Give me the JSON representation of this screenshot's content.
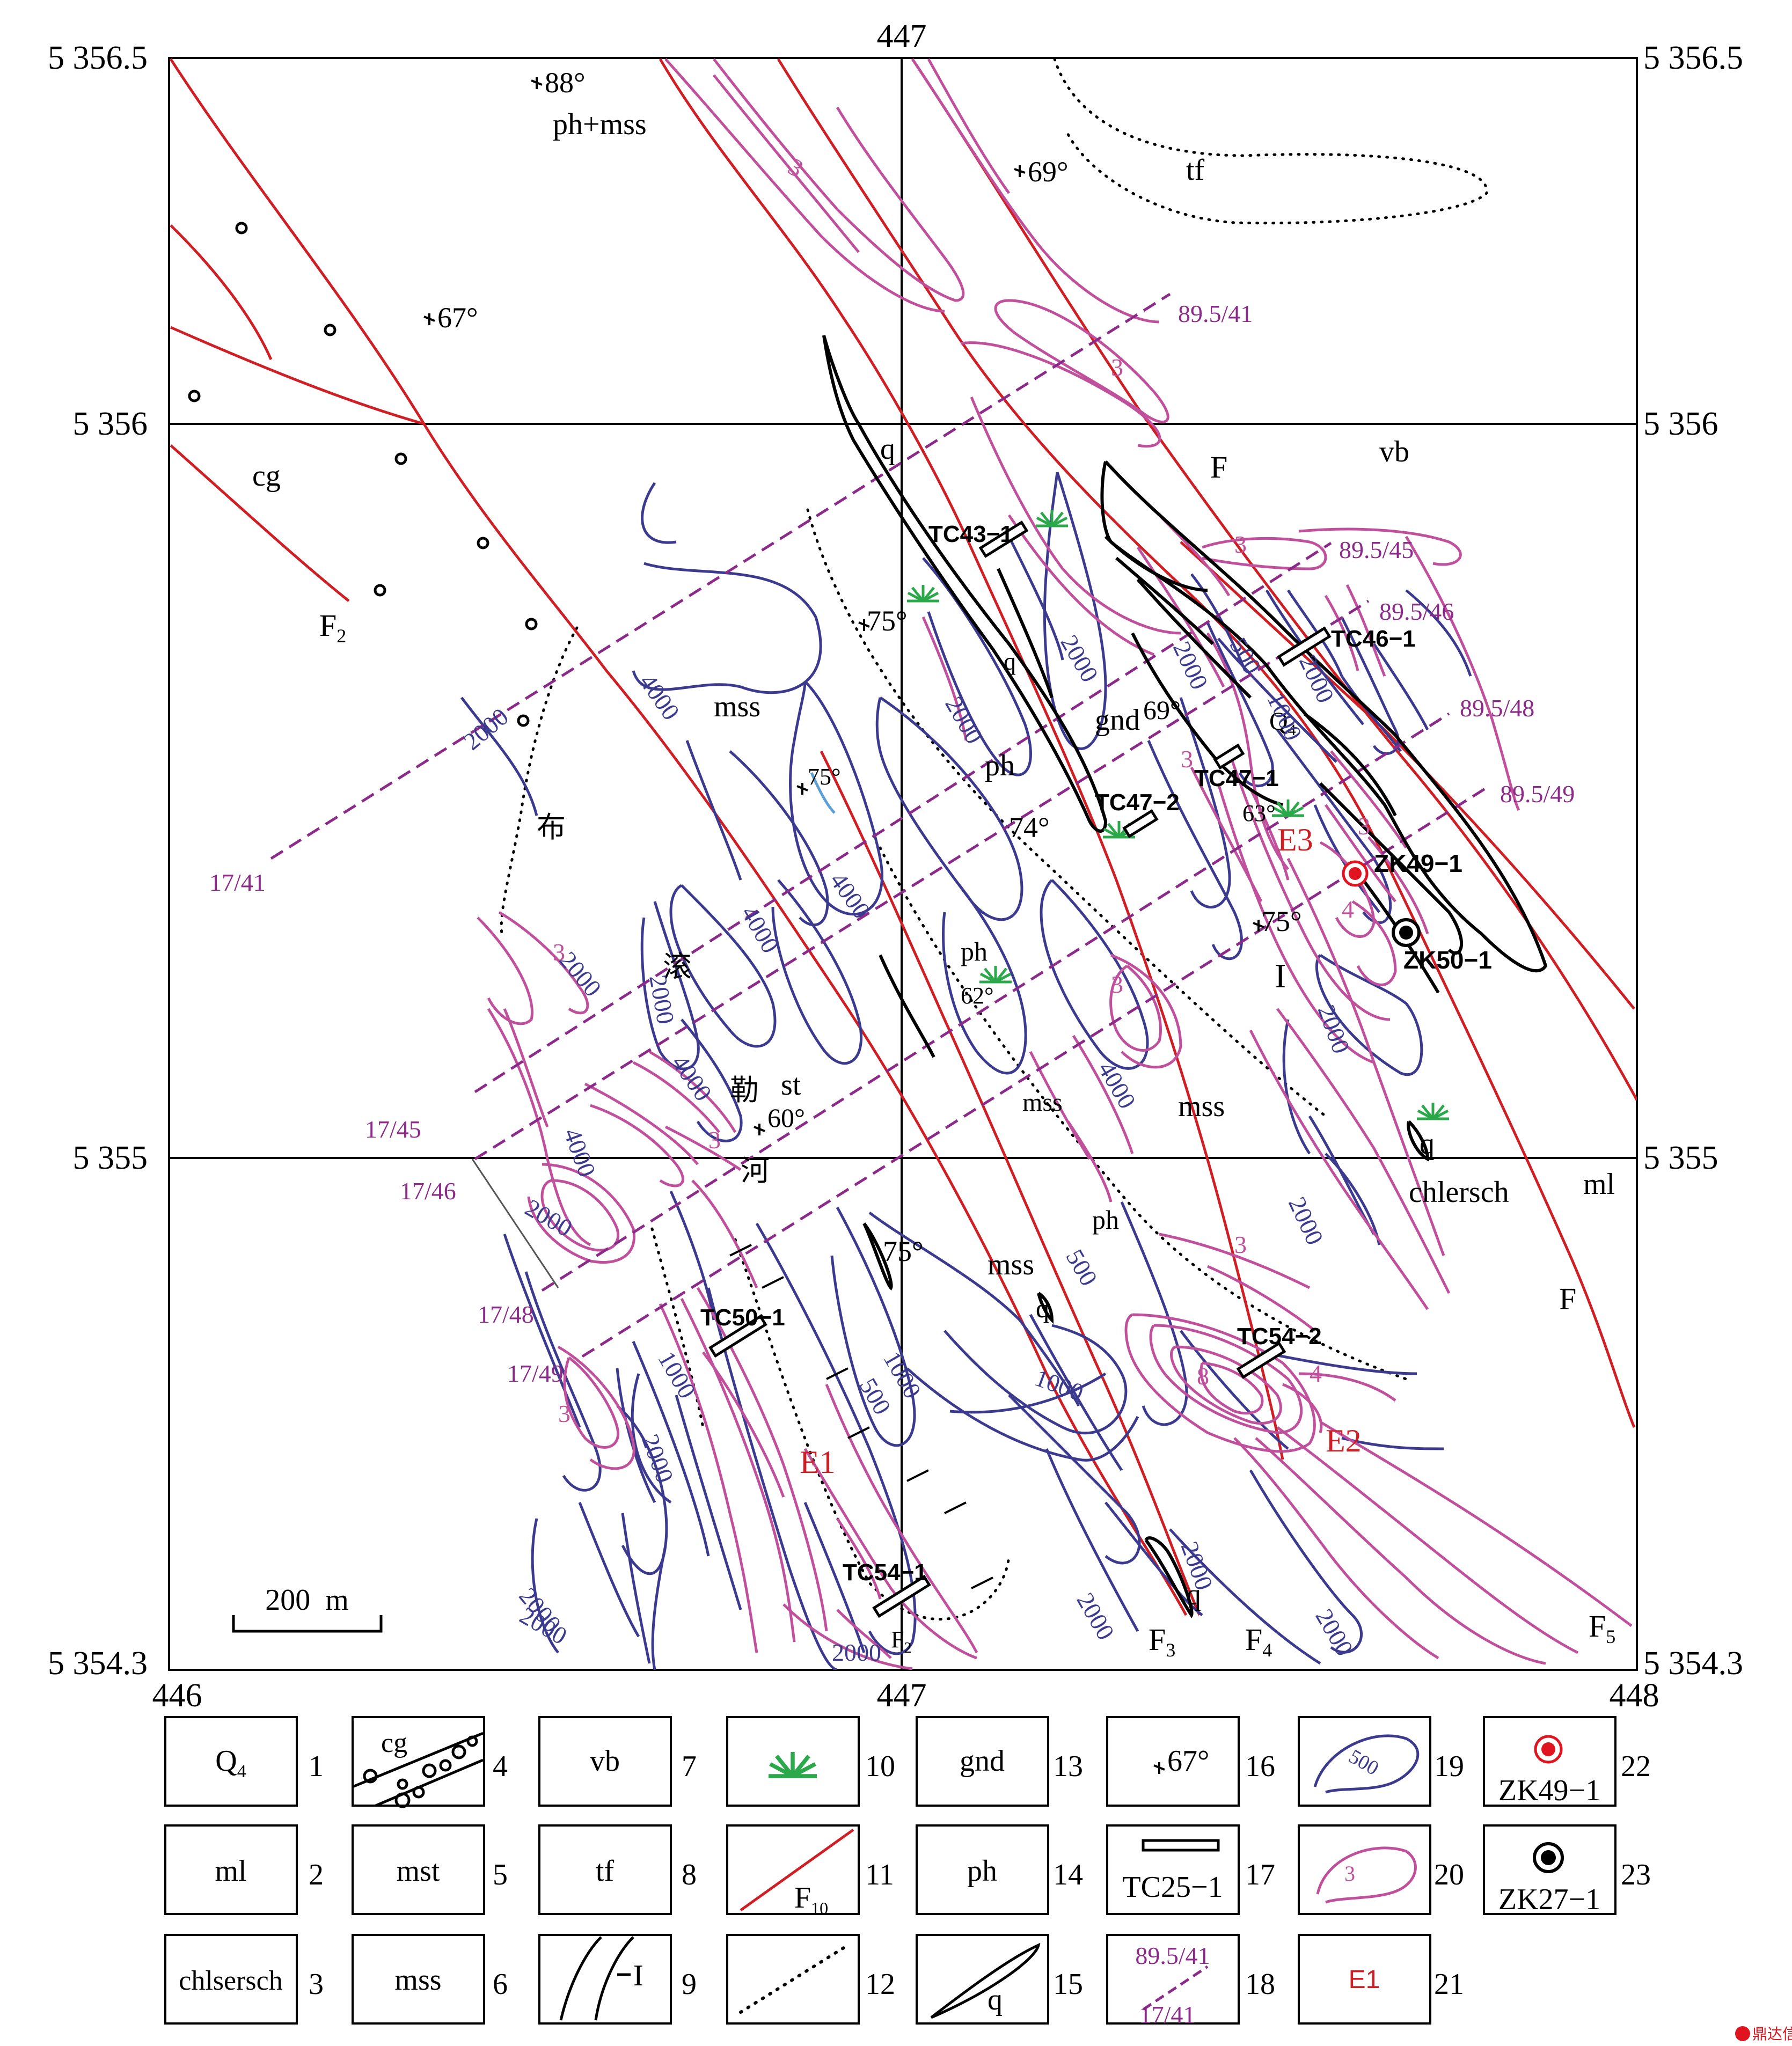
{
  "axes": {
    "top_x": "447",
    "bottom_x": [
      "446",
      "447",
      "448"
    ],
    "left_y": [
      "5 356.5",
      "5 356",
      "5 355",
      "5 354.3"
    ],
    "right_y": [
      "5 356.5",
      "5 356",
      "5 355",
      "5 354.3"
    ]
  },
  "units": {
    "ph_mss": "ph+mss",
    "tf": "tf",
    "cg": "cg",
    "vb": "vb",
    "mss": "mss",
    "ph": "ph",
    "gnd": "gnd",
    "q": "q",
    "Q4": "Q",
    "Q4_sub": "4",
    "st": "st",
    "chlersch": "chlersch",
    "ml": "ml",
    "I": "I"
  },
  "faults": {
    "F": "F",
    "F2": "F",
    "F2_sub": "2",
    "F3": "F",
    "F3_sub": "3",
    "F4": "F",
    "F4_sub": "4",
    "F5": "F",
    "F5_sub": "5",
    "Fbase": "F",
    "Fbase_sub": "2"
  },
  "dips": [
    "88°",
    "69°",
    "67°",
    "75°",
    "69°",
    "75°",
    "74°",
    "63°",
    "75°",
    "62°",
    "60°",
    "75°"
  ],
  "river": [
    "布",
    "滚",
    "勒",
    "河"
  ],
  "trenches": {
    "tc43": "TC43−1",
    "tc46": "TC46−1",
    "tc47_1": "TC47−1",
    "tc47_2": "TC47−2",
    "tc50": "TC50−1",
    "tc54_1": "TC54−1",
    "tc54_2": "TC54−2"
  },
  "drillholes": {
    "zk49": "ZK49−1",
    "zk50": "ZK50−1"
  },
  "anomalies": {
    "e1": "E1",
    "e2": "E2",
    "e3": "E3"
  },
  "profiles": {
    "p41_end": "89.5/41",
    "p41_start": "17/41",
    "p45_end": "89.5/45",
    "p45_start": "17/45",
    "p46_end": "89.5/46",
    "p46_start": "17/46",
    "p48_end": "89.5/48",
    "p48_start": "17/48",
    "p49_end": "89.5/49",
    "p49_start": "17/49"
  },
  "contours": {
    "c4000": "4000",
    "c2000": "2000",
    "c1000": "1000",
    "c500": "500",
    "c3": "3",
    "c4": "4",
    "c8": "8"
  },
  "scale_label": "200  m",
  "legend": [
    {
      "num": "1",
      "label": "Q",
      "sub": "4"
    },
    {
      "num": "2",
      "label": "ml"
    },
    {
      "num": "3",
      "label": "chlsersch"
    },
    {
      "num": "4",
      "label": "cg"
    },
    {
      "num": "5",
      "label": "mst"
    },
    {
      "num": "6",
      "label": "mss"
    },
    {
      "num": "7",
      "label": "vb"
    },
    {
      "num": "8",
      "label": "tf"
    },
    {
      "num": "9",
      "label": "I"
    },
    {
      "num": "10",
      "label": ""
    },
    {
      "num": "11",
      "label": "F",
      "sub": "10"
    },
    {
      "num": "12",
      "label": ""
    },
    {
      "num": "13",
      "label": "gnd"
    },
    {
      "num": "14",
      "label": "ph"
    },
    {
      "num": "15",
      "label": "q"
    },
    {
      "num": "16",
      "label": "67°"
    },
    {
      "num": "17",
      "label": "TC25−1"
    },
    {
      "num": "18",
      "label_top": "89.5/41",
      "label_bottom": "17/41"
    },
    {
      "num": "19",
      "label": "500"
    },
    {
      "num": "20",
      "label": "3"
    },
    {
      "num": "21",
      "label": "E1"
    },
    {
      "num": "22",
      "label": "ZK49−1"
    },
    {
      "num": "23",
      "label": "ZK27−1"
    }
  ],
  "watermark": "鼎达信",
  "colors": {
    "fault": "#d01e25",
    "mag": "#3c3a8e",
    "ip": "#c0509c",
    "profile": "#8c2a8a",
    "green": "#2aa84a",
    "hole": "#e0141e"
  },
  "icons": [
    "trench-icon",
    "drillhole-icon",
    "outcrop-icon",
    "dip-icon"
  ]
}
